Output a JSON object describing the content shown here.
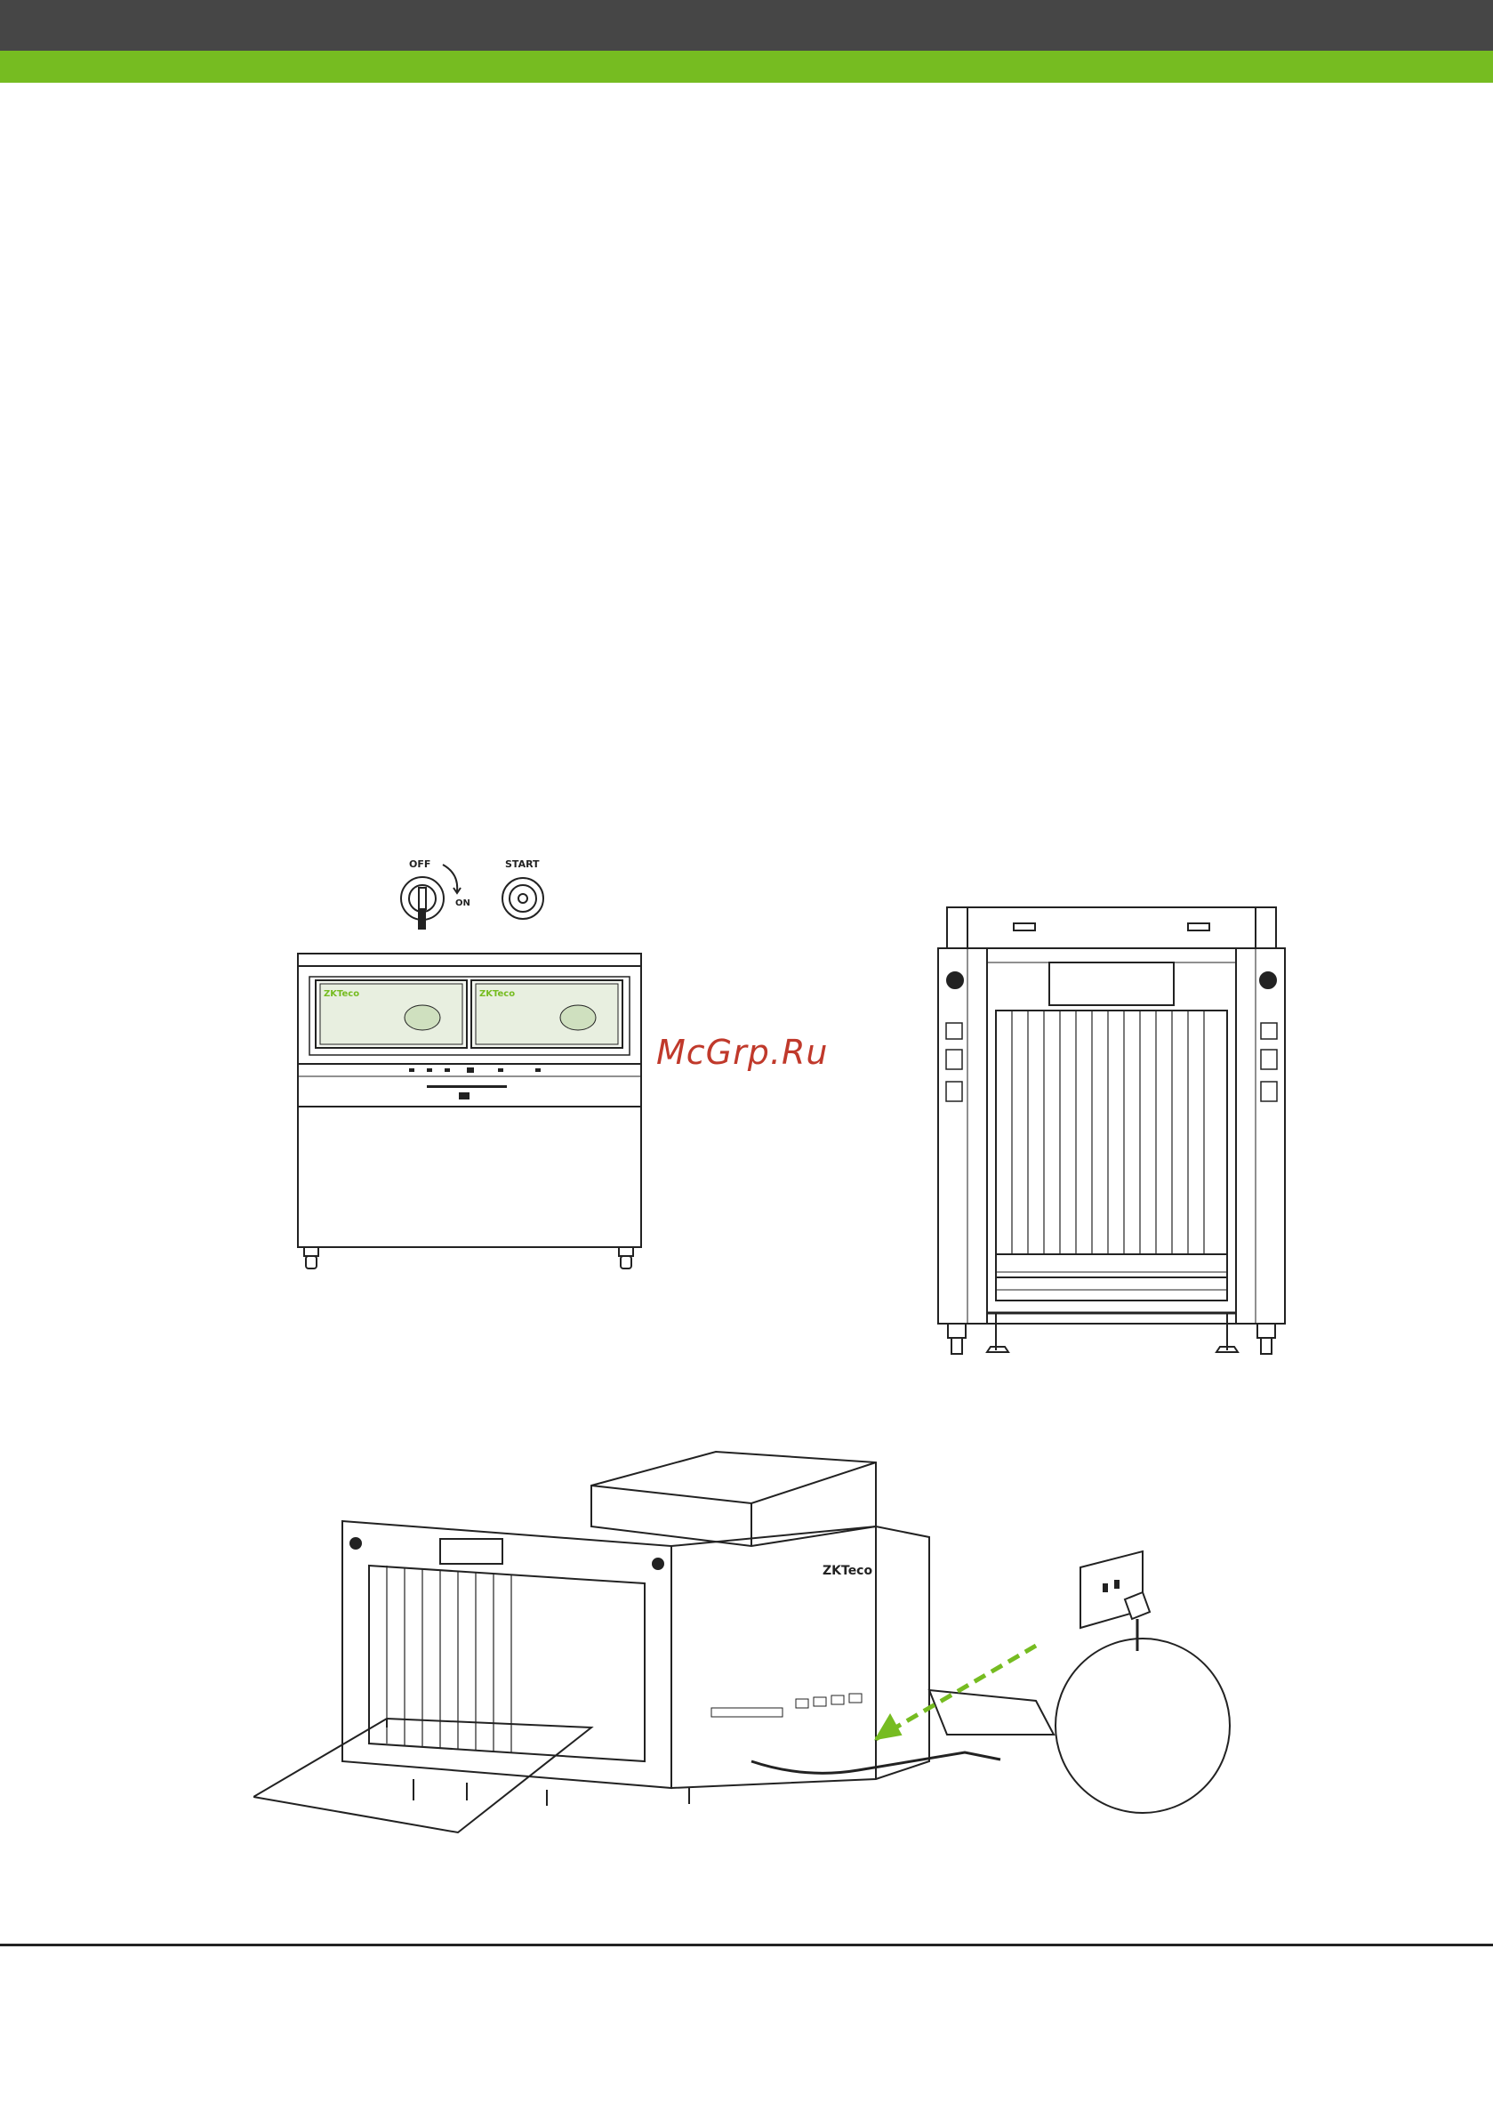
{
  "header": {
    "dark_color": "#464646",
    "accent_color": "#76bc21"
  },
  "watermark": {
    "text": "McGrp.Ru",
    "color": "#c0392b"
  },
  "console_figure": {
    "key_switch_label_off": "OFF",
    "key_switch_label_on": "ON",
    "start_label": "START",
    "monitor_brand": "ZKTeco"
  },
  "front_view_figure": {},
  "installation_figure": {
    "brand_mark": "ZKTeco",
    "arrow_color": "#76bc21"
  }
}
